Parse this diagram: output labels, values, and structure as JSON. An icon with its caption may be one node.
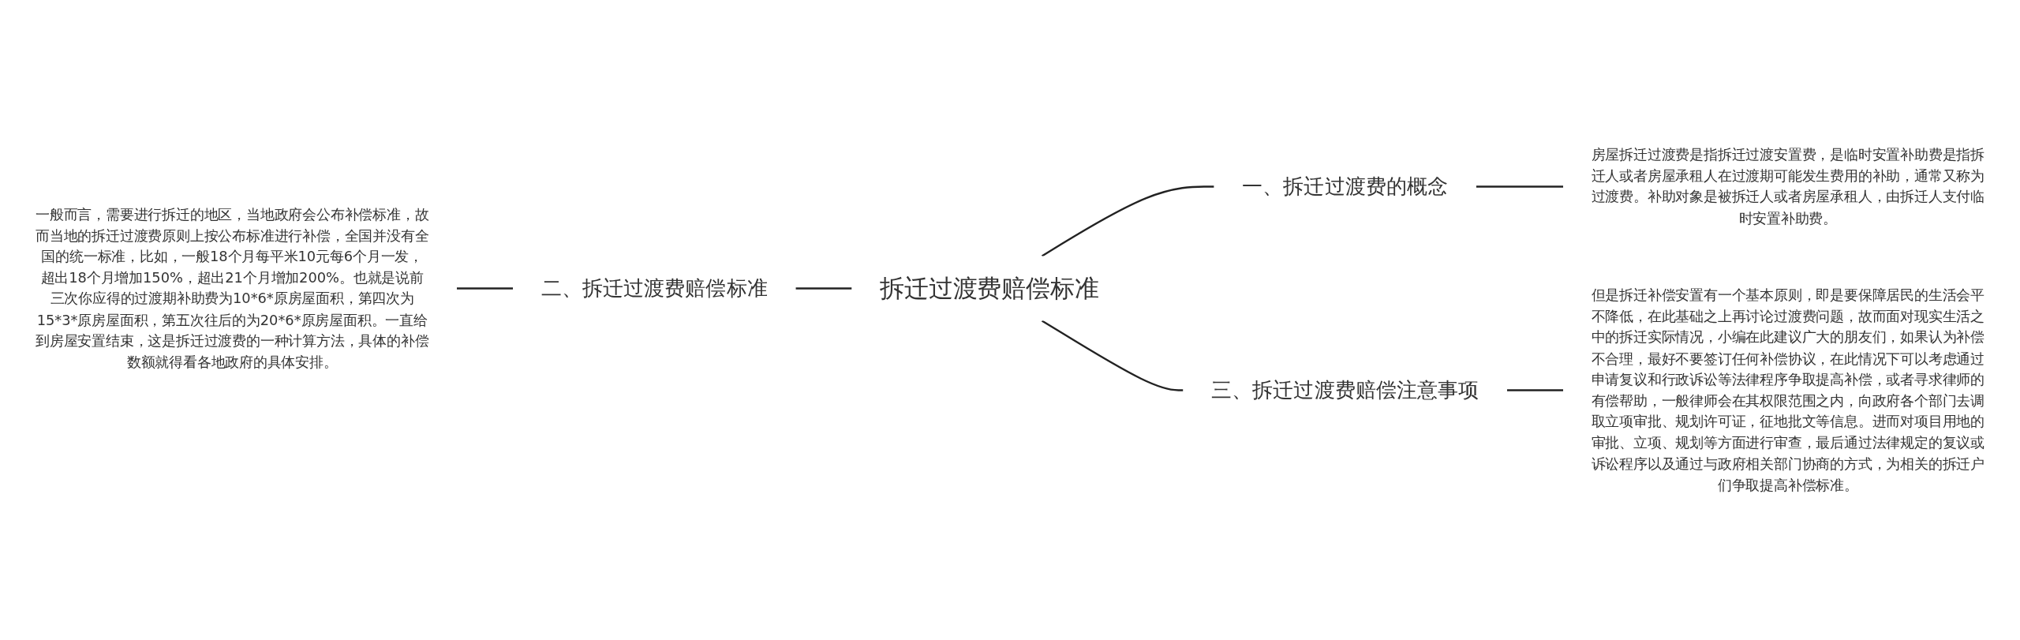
{
  "diagram": {
    "nodes": [
      {
        "text": [
          "拆迁过渡费赔偿标准"
        ]
      },
      {
        "text": [
          "一、拆迁过渡费的概念"
        ]
      },
      {
        "text": [
          "房屋拆迁过渡费是指拆迁过渡安置费，是临时安置补助费是指拆迁人或者房屋承租人在过渡期可能发生费用的补助，通常又称为过渡费。补助对象是被拆迁人或者房屋承租人，由拆迁人支付临时安置补助费。"
        ]
      },
      {
        "text": [
          "二、拆迁过渡费赔偿标准"
        ]
      },
      {
        "text": [
          "一般而言，需要进行拆迁的地区，当地政府会公布补偿标准，故而当地的拆迁过渡费原则上按公布标准进行补偿，全国并没有全国的统一标准，比如，一般18个月每平米10元每6个月一发，超出18个月增加150%，超出21个月增加200%。也就是说前三次你应得的过渡期补助费为10*6*原房屋面积，第四次为15*3*原房屋面积，第五次往后的为20*6*原房屋面积。一直给到房屋安置结束，这是拆迁过渡费的一种计算方法，具体的补偿数额就得看各地政府的具体安排。"
        ]
      },
      {
        "text": [
          "三、拆迁过渡费赔偿注意事项"
        ]
      },
      {
        "text": [
          "但是拆迁补偿安置有一个基本原则，即是要保障居民的生活会平不降低，在此基础之上再讨论过渡费问题，故而面对现实生活之中的拆迁实际情况，小编在此建议广大的朋友们，如果认为补偿不合理，最好不要签订任何补偿协议，在此情况下可以考虑通过申请复议和行政诉讼等法律程序争取提高补偿，或者寻求律师的有偿帮助，一般律师会在其权限范围之内，向政府各个部门去调取立项审批、规划许可证，征地批文等信息。进而对项目用地的审批、立项、规划等方面进行审查，最后通过法律规定的复议或诉讼程序以及通过与政府相关部门协商的方式，为相关的拆迁户们争取提高补偿标准。"
        ]
      }
    ],
    "edges": [
      {
        "from": 0,
        "to": 1,
        "arrow": "none"
      },
      {
        "from": 1,
        "to": 2,
        "arrow": "none"
      },
      {
        "from": 4,
        "to": 3,
        "arrow": "none"
      },
      {
        "from": 3,
        "to": 0,
        "arrow": "none"
      },
      {
        "from": 0,
        "to": 5,
        "arrow": "none"
      },
      {
        "from": 5,
        "to": 6,
        "arrow": "none"
      }
    ]
  }
}
